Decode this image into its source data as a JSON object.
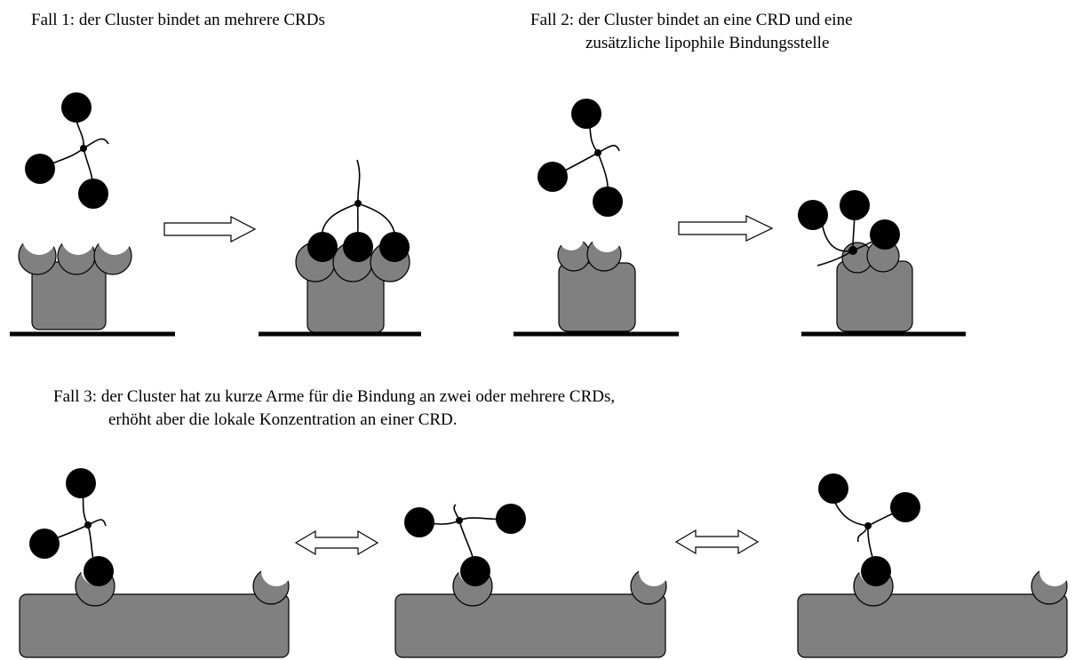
{
  "captions": {
    "fall1": "Fall 1: der Cluster bindet an mehrere CRDs",
    "fall2_line1": "Fall 2:  der Cluster bindet an eine CRD und eine",
    "fall2_line2": "zusätzliche lipophile Bindungsstelle",
    "fall3_line1": "Fall 3:  der Cluster hat zu kurze Arme für die Bindung an zwei oder mehrere CRDs,",
    "fall3_line2": "erhöht aber die lokale Konzentration an einer CRD."
  },
  "colors": {
    "protein": "#808080",
    "ligand": "#000000",
    "background": "#ffffff"
  }
}
